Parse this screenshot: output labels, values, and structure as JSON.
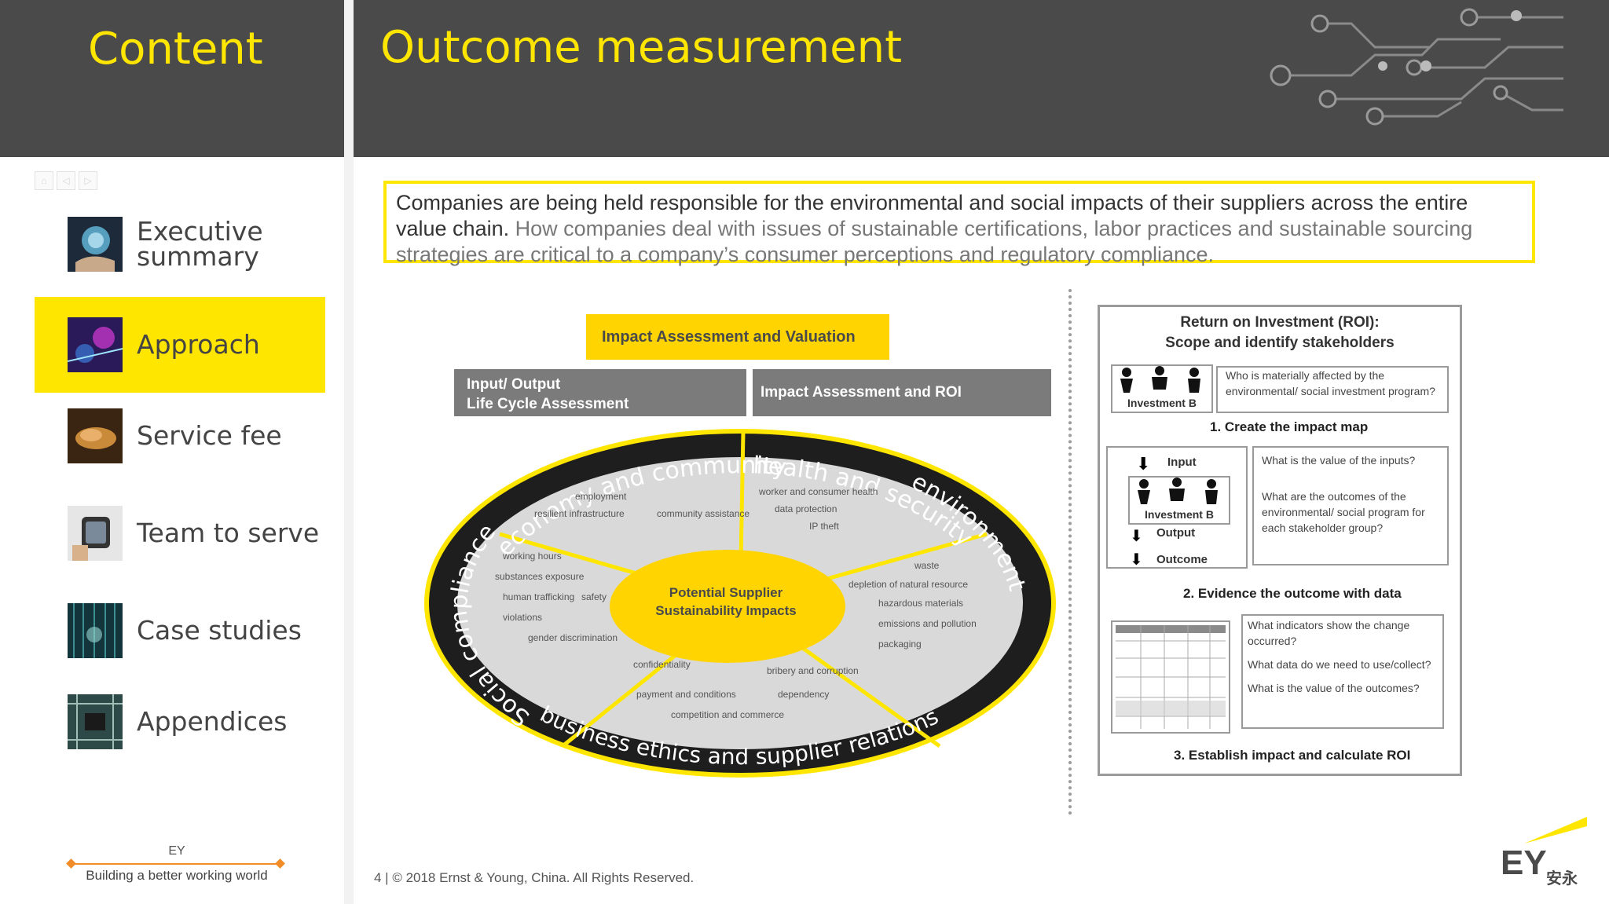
{
  "sidebar": {
    "title": "Content",
    "items": [
      {
        "label": "Executive summary",
        "active": false
      },
      {
        "label": "Approach",
        "active": true
      },
      {
        "label": "Service fee",
        "active": false
      },
      {
        "label": "Team to serve",
        "active": false
      },
      {
        "label": "Case studies",
        "active": false
      },
      {
        "label": "Appendices",
        "active": false
      }
    ],
    "footer_brand": "EY",
    "footer_tagline": "Building a better working world"
  },
  "header": {
    "title": "Outcome measurement"
  },
  "intro": {
    "text_dark": "Companies are being held responsible for the environmental and social impacts of their suppliers across the entire value  chain.",
    "text_muted": " How companies deal with issues of sustainable certifications, labor practices and sustainable sourcing strategies  are critical to a company’s consumer perceptions and regulatory compliance."
  },
  "diagram": {
    "top_label": "Impact Assessment and Valuation",
    "bar_left_line1": "Input/ Output",
    "bar_left_line2": "Life Cycle Assessment",
    "bar_right": "Impact Assessment and ROI",
    "center_line1": "Potential Supplier",
    "center_line2": "Sustainability Impacts",
    "ring": {
      "top_left": "economy and community",
      "top_right": "health and security",
      "right": "environment",
      "bottom": "business ethics and supplier relations",
      "left": "Social compliance"
    },
    "items": {
      "employment": "employment",
      "resilient": "resilient infrastructure",
      "community": "community assistance",
      "worker": "worker and consumer health",
      "data": "data protection",
      "ip": "IP theft",
      "working_hours": "working hours",
      "substances": "substances exposure",
      "trafficking": "human trafficking",
      "safety": "safety",
      "violations": "violations",
      "gender": "gender discrimination",
      "waste": "waste",
      "depletion": "depletion of natural resource",
      "hazardous": "hazardous materials",
      "emissions": "emissions and  pollution",
      "packaging": "packaging",
      "confidentiality": "confidentiality",
      "bribery": "bribery and corruption",
      "payment": "payment and conditions",
      "dependency": "dependency",
      "competition": "competition and commerce"
    }
  },
  "roi": {
    "title_line1": "Return on Investment (ROI):",
    "title_line2": "Scope and identify stakeholders",
    "investment_label": "Investment B",
    "q1": "Who is materially affected by the environmental/ social investment program?",
    "step1": "1. Create the impact map",
    "input": "Input",
    "output": "Output",
    "outcome": "Outcome",
    "q2a": "What is the value of the  inputs?",
    "q2b": "What are the outcomes  of the environmental/ social program for each  stakeholder group?",
    "step2": "2. Evidence the outcome with data",
    "q3a": "What indicators show the  change occurred?",
    "q3b": "What data do we need to use/collect?",
    "q3c": "What is the value of the outcomes?",
    "step3": "3. Establish impact and calculate ROI"
  },
  "footer": {
    "copyright": "4 | © 2018 Ernst & Young, China. All Rights Reserved.",
    "logo_text": "EY",
    "logo_cn": "安永"
  },
  "colors": {
    "accent": "#ffe600",
    "header": "#4a4a4a",
    "bar": "#7b7b7b",
    "ring": "#222222"
  }
}
